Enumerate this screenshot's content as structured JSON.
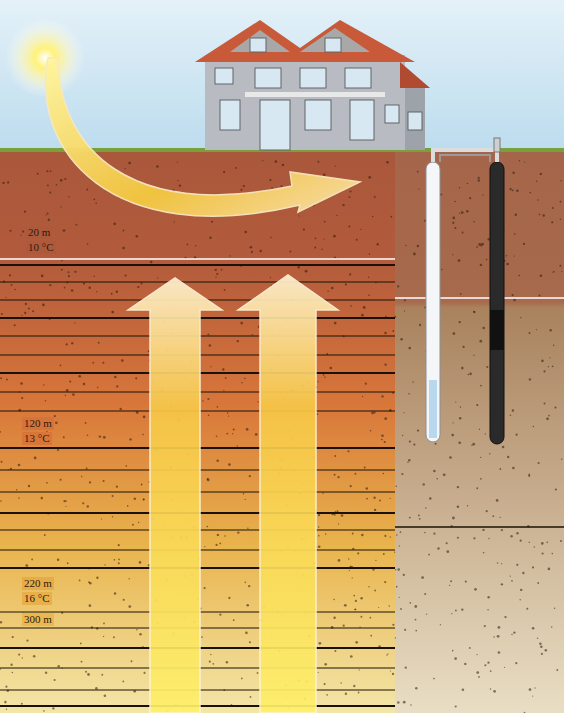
{
  "diagram": {
    "labels": [
      "20 m",
      "10 °C",
      "120 m",
      "13 °C",
      "220 m",
      "16 °C",
      "300 m"
    ]
  }
}
